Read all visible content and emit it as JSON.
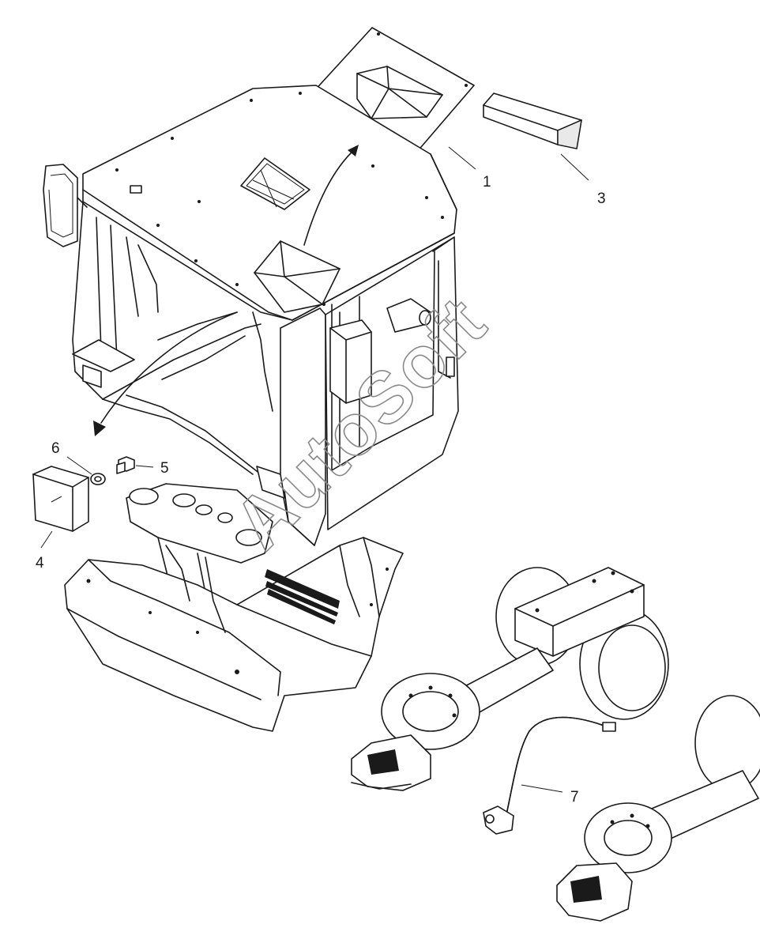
{
  "callouts": [
    {
      "id": "1",
      "label": "1"
    },
    {
      "id": "3",
      "label": "3"
    },
    {
      "id": "4",
      "label": "4"
    },
    {
      "id": "5",
      "label": "5"
    },
    {
      "id": "6",
      "label": "6"
    },
    {
      "id": "7",
      "label": "7"
    }
  ],
  "watermark": "AutoSoft",
  "colors": {
    "line": "#1a1a1a",
    "background": "#ffffff",
    "watermark": "#8a8a8a"
  }
}
